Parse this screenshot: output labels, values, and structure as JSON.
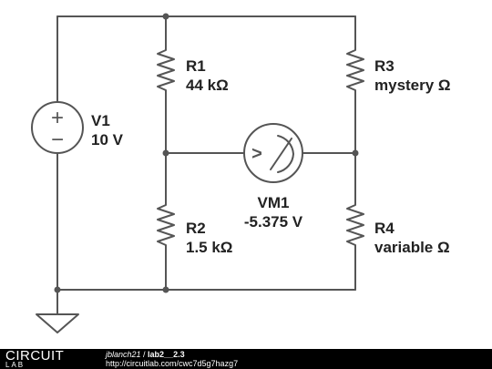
{
  "components": {
    "v1": {
      "name": "V1",
      "value": "10 V",
      "plus": "+",
      "minus": "−"
    },
    "r1": {
      "name": "R1",
      "value": "44 kΩ"
    },
    "r2": {
      "name": "R2",
      "value": "1.5 kΩ"
    },
    "r3": {
      "name": "R3",
      "value": "mystery Ω"
    },
    "r4": {
      "name": "R4",
      "value": "variable Ω"
    },
    "vm1": {
      "name": "VM1",
      "value": "-5.375 V",
      "glyph": ">"
    }
  },
  "footer": {
    "logo_top": "CIRCUIT",
    "logo_bottom": "LAB",
    "user": "jblanch21",
    "separator": " / ",
    "project": "lab2__2.3",
    "url": "http://circuitlab.com/cwc7d5g7hazg7"
  },
  "colors": {
    "wire": "#555555",
    "background": "#ffffff",
    "footer_bg": "#000000"
  }
}
